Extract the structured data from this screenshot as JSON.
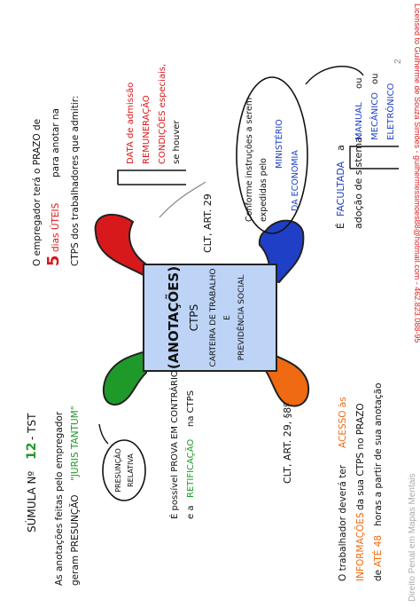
{
  "license_text": "Licensed to Guilherme de Souza Simões - guilhermessimoes88@hotmail.com - 462.823.088-95",
  "watermark": "Direito Penal em Mapas Mentais",
  "page_number": "2",
  "center": {
    "title": "(ANOTAÇÕES)",
    "line1": "CTPS",
    "line2": "CARTEIRA DE TRABALHO",
    "line3": "E",
    "line4": "PREVIDÊNCIA SOCIAL"
  },
  "colors": {
    "red": "#d7191b",
    "blue": "#1f3fc6",
    "green": "#1f9a2a",
    "orange": "#ef6a12",
    "center_fill": "#bdd4f7"
  },
  "top_left": {
    "line1": "O empregador terá o PRAZO de",
    "line2_num": "5",
    "line2_red": "dias ÚTEIS",
    "line2_rest": "para anotar na",
    "line3": "CTPS dos trabalhadores que admitir:",
    "items": [
      "DATA de admissão",
      "REMUNERAÇÃO",
      "CONDIÇÕES especiais,",
      "se houver"
    ],
    "ref": "CLT, ART. 29"
  },
  "top_right": {
    "note_line1": "Conforme instruções a serem",
    "note_line2": "expedidas pelo",
    "note_blue1": "MINISTÉRIO",
    "note_blue2": "DA ECONOMIA",
    "facultada_prefix": "É",
    "facultada": "FACULTADA",
    "facultada_suffix": "a",
    "adocao": "adoção de sistema:",
    "options": [
      "MANUAL",
      "MECÂNICO",
      "ELETRÔNICO"
    ],
    "ou": "ou"
  },
  "bottom_left": {
    "title_prefix": "SÚMULA Nº",
    "title_num": "12",
    "title_suffix": "- TST",
    "line1": "As anotações feitas pelo empregador",
    "line2_prefix": "geram PRESUNÇÃO",
    "line2_red": "\"JURIS TANTUM\"",
    "bubble1": "PRESUNÇÃO",
    "bubble2": "RELATIVA",
    "line3_prefix": "É possível PROVA EM CONTRÁRIO",
    "line4_prefix": "e a",
    "line4_orange": "RETIFICAÇÃO",
    "line4_suffix": "na CTPS"
  },
  "bottom_right": {
    "ref": "CLT, ART. 29, §8º",
    "line1_prefix": "O trabalhador deverá ter",
    "line1_orange": "ACESSO às",
    "line2_orange": "INFORMAÇÕES",
    "line2_suffix": "da sua CTPS no PRAZO",
    "line3_prefix": "de",
    "line3_orange": "ATÉ 48",
    "line3_suffix": "horas a partir de sua anotação"
  }
}
